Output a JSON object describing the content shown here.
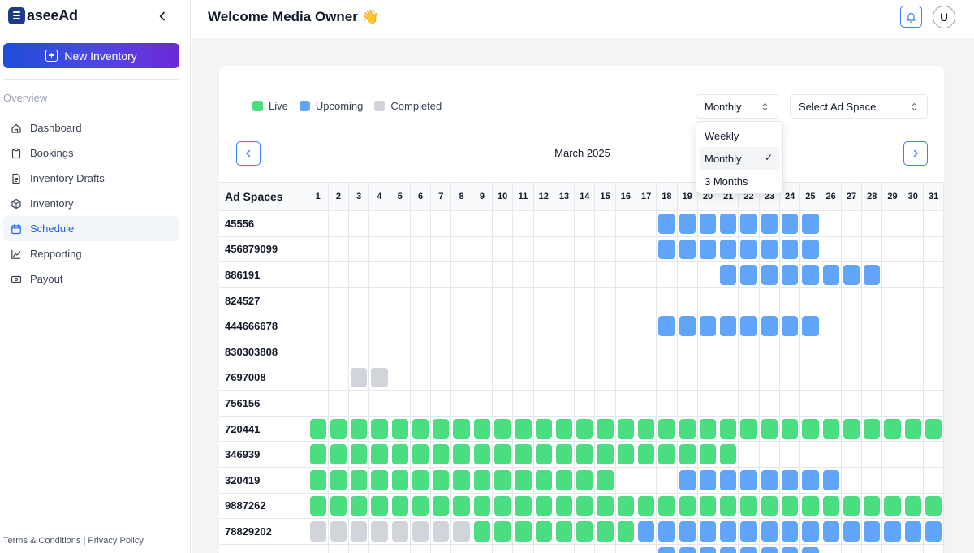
{
  "brand": {
    "name": "aseeAd"
  },
  "sidebar": {
    "new_button": "New Inventory",
    "section_label": "Overview",
    "items": [
      {
        "label": "Dashboard",
        "icon": "home-icon",
        "active": false
      },
      {
        "label": "Bookings",
        "icon": "clipboard-icon",
        "active": false
      },
      {
        "label": "Inventory Drafts",
        "icon": "document-icon",
        "active": false
      },
      {
        "label": "Inventory",
        "icon": "box-icon",
        "active": false
      },
      {
        "label": "Schedule",
        "icon": "calendar-icon",
        "active": true
      },
      {
        "label": "Repporting",
        "icon": "chart-icon",
        "active": false
      },
      {
        "label": "Payout",
        "icon": "banknote-icon",
        "active": false
      }
    ],
    "footer": {
      "terms": "Terms & Conditions",
      "separator": "|",
      "privacy": "Privacy Policy"
    }
  },
  "header": {
    "title": "Welcome Media Owner 👋",
    "avatar_initial": "U"
  },
  "legend": [
    {
      "label": "Live",
      "color": "#4ade80"
    },
    {
      "label": "Upcoming",
      "color": "#60a5fa"
    },
    {
      "label": "Completed",
      "color": "#d1d5db"
    }
  ],
  "view_select": {
    "value": "Monthly"
  },
  "space_select": {
    "placeholder": "Select Ad Space"
  },
  "dropdown": {
    "options": [
      "Weekly",
      "Monthly",
      "3 Months"
    ],
    "selected": "Monthly",
    "check": "✓"
  },
  "calendar": {
    "month_label": "March 2025",
    "column_header": "Ad Spaces",
    "days": [
      1,
      2,
      3,
      4,
      5,
      6,
      7,
      8,
      9,
      10,
      11,
      12,
      13,
      14,
      15,
      16,
      17,
      18,
      19,
      20,
      21,
      22,
      23,
      24,
      25,
      26,
      27,
      28,
      29,
      30,
      31
    ],
    "rows": [
      {
        "name": "45556",
        "bookings": [
          {
            "status": "upcoming",
            "start": 18,
            "end": 25
          }
        ]
      },
      {
        "name": "456879099",
        "bookings": [
          {
            "status": "upcoming",
            "start": 18,
            "end": 25
          }
        ]
      },
      {
        "name": "886191",
        "bookings": [
          {
            "status": "upcoming",
            "start": 21,
            "end": 28
          }
        ]
      },
      {
        "name": "824527",
        "bookings": []
      },
      {
        "name": "444666678",
        "bookings": [
          {
            "status": "upcoming",
            "start": 18,
            "end": 25
          }
        ]
      },
      {
        "name": "830303808",
        "bookings": []
      },
      {
        "name": "7697008",
        "bookings": [
          {
            "status": "completed",
            "start": 3,
            "end": 4
          }
        ]
      },
      {
        "name": "756156",
        "bookings": []
      },
      {
        "name": "720441",
        "bookings": [
          {
            "status": "live",
            "start": 1,
            "end": 31
          }
        ]
      },
      {
        "name": "346939",
        "bookings": [
          {
            "status": "live",
            "start": 1,
            "end": 21
          }
        ]
      },
      {
        "name": "320419",
        "bookings": [
          {
            "status": "live",
            "start": 1,
            "end": 15
          },
          {
            "status": "upcoming",
            "start": 19,
            "end": 26
          }
        ]
      },
      {
        "name": "9887262",
        "bookings": [
          {
            "status": "live",
            "start": 1,
            "end": 31
          }
        ]
      },
      {
        "name": "78829202",
        "bookings": [
          {
            "status": "completed",
            "start": 1,
            "end": 8
          },
          {
            "status": "live",
            "start": 9,
            "end": 16
          },
          {
            "status": "upcoming",
            "start": 17,
            "end": 31
          }
        ]
      },
      {
        "name": "",
        "bookings": [
          {
            "status": "upcoming",
            "start": 18,
            "end": 25
          }
        ]
      }
    ]
  }
}
